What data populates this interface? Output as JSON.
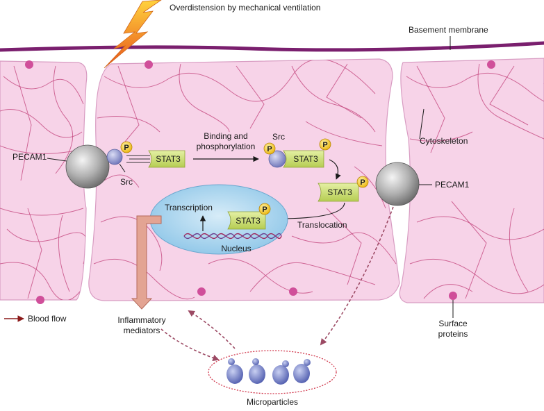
{
  "labels": {
    "overdistension": "Overdistension by mechanical ventilation",
    "basement_membrane": "Basement membrane",
    "pecam1_left": "PECAM1",
    "pecam1_right": "PECAM1",
    "src_left": "Src",
    "src_right": "Src",
    "stat3_left": "STAT3",
    "stat3_phos": "STAT3",
    "stat3_trans": "STAT3",
    "stat3_nucleus": "STAT3",
    "binding_line1": "Binding and",
    "binding_line2": "phosphorylation",
    "translocation": "Translocation",
    "transcription": "Transcription",
    "nucleus": "Nucleus",
    "cytoskeleton": "Cytoskeleton",
    "surface_line1": "Surface",
    "surface_line2": "proteins",
    "inflammatory_line1": "Inflammatory",
    "inflammatory_line2": "mediators",
    "microparticles": "Microparticles",
    "blood_flow": "Blood flow",
    "phospho": "P"
  },
  "colors": {
    "cell_fill": "#f7d3e8",
    "cell_stroke": "#d89cc2",
    "membrane": "#7a1f6e",
    "fiber": "#c2407a",
    "dot": "#d04f9a",
    "stat3_fill": "#cfe27a",
    "phospho_fill": "#f7c51e",
    "src_fill": "#8c92cc",
    "nucleus_fill": "#aed6ef",
    "mediator_arrow": "#e3a493",
    "dashed_arrow": "#9c4a64",
    "blood_flow": "#8b1a1a"
  }
}
